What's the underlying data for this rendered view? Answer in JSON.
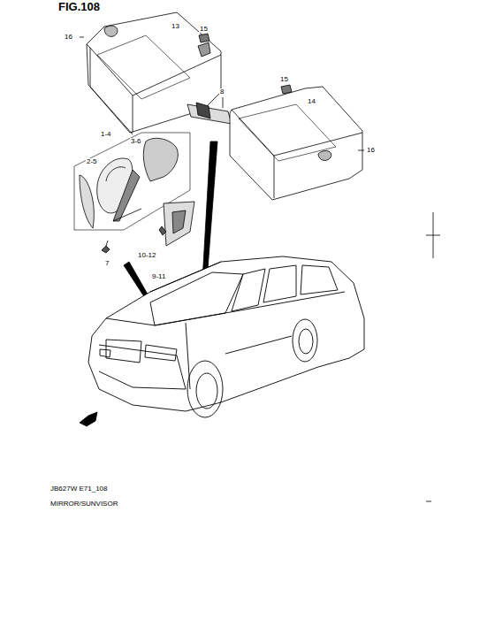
{
  "diagram": {
    "title": "FIG.108",
    "labels": [
      "16",
      "13",
      "15",
      "8",
      "15",
      "14",
      "16",
      "1-4",
      "3-6",
      "2-5",
      "7",
      "10-12",
      "9-11",
      "JB627W E71_108",
      "MIRROR/SUNVISOR"
    ]
  }
}
